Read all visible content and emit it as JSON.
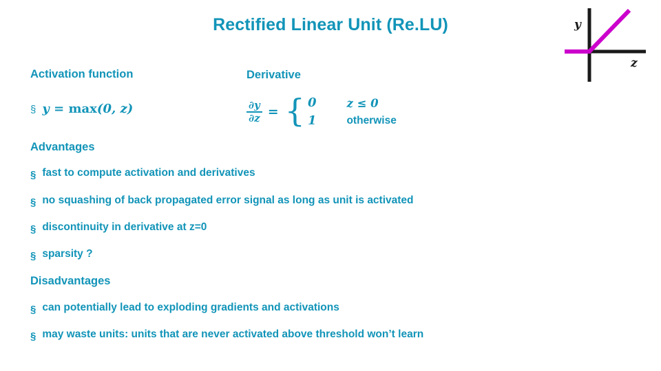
{
  "slide": {
    "title": "Rectified Linear Unit (Re.LU)",
    "accent_color": "#1294b8",
    "sections": {
      "activation_heading": "Activation function",
      "derivative_heading": "Derivative",
      "advantages_heading": "Advantages",
      "disadvantages_heading": "Disadvantages"
    },
    "activation_formula": {
      "bullet": "§",
      "lhs": "y",
      "equals": "=",
      "fn": "max",
      "args": "(0, z)"
    },
    "derivative_formula": {
      "numerator": "∂y",
      "denominator": "∂z",
      "equals": "=",
      "brace": "{",
      "cases": [
        "0",
        "1"
      ],
      "conditions": [
        "z ≤ 0",
        "otherwise"
      ]
    },
    "advantages": [
      {
        "bullet": "§",
        "text": "fast to compute activation and derivatives"
      },
      {
        "bullet": "§",
        "text": "no squashing of back propagated error signal as long as unit is activated"
      },
      {
        "bullet": "§",
        "text": "discontinuity in derivative at z=0"
      },
      {
        "bullet": "§",
        "text": "sparsity ?"
      }
    ],
    "disadvantages": [
      {
        "bullet": "§",
        "text": "can potentially lead to exploding gradients and activations"
      },
      {
        "bullet": "§",
        "text": "may waste units:  units that are never activated above threshold won’t learn"
      }
    ],
    "graph": {
      "y_axis_label": "y",
      "z_axis_label": "z",
      "curve_color": "#cc00cc",
      "axis_color": "#1a1a1a"
    }
  }
}
